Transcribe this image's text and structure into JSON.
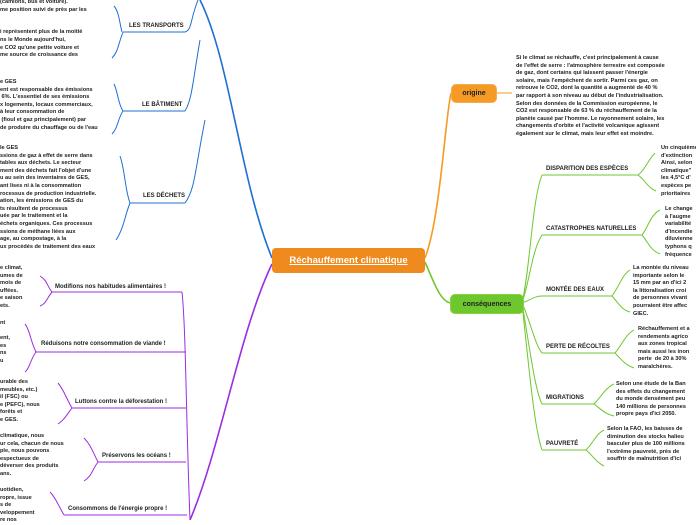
{
  "central": {
    "title": "Réchauffement climatique"
  },
  "origine": {
    "label": "origine",
    "text": "Si le climat se réchauffe, c'est principalement à cause\nde l'effet de serre : l'atmosphère terrestre est composée\nde gaz, dont certains qui laissent passer l'énergie\nsolaire, mais l'empêchent de sortir. Parmi ces gaz, on\nretrouve le CO2, dont la quantité a augmenté de 40 %\npar rapport à son niveau au début de l'industrialisation.\nSelon des données de la Commission européenne, le\nCO2 est responsable de 63 % du réchauffement de la\nplanète causé par l'homme. Le rayonnement solaire, les\nchangements d'orbite et l'activité volcanique agissent\négalement sur le climat, mais leur effet est moindre."
  },
  "consequences": {
    "label": "conséquences",
    "items": [
      {
        "label": "DISPARITION DES ESPÈCES",
        "text": "Un cinquième\nd'extinction\nAinsi, selon\nclimatique\"\nles 4,5°C d'\nespèces pe\nprioritaires"
      },
      {
        "label": "CATASTROPHES NATURELLES",
        "text": "Le change\nà l'augme\nvariabilité\nd'incendie\ndiluvienne\ntyphons q\nfréquence"
      },
      {
        "label": "MONTÉE DES EAUX",
        "text": "La montée du niveau\nimportante selon le\n15 mm par an d'ici 2\nla littoralisation croi\nde personnes vivant\npourraient être affec\nGIEC."
      },
      {
        "label": "PERTE DE RÉCOLTES",
        "text": "Réchauffement et a\nrendements agrico\naux zones tropical\nmais aussi les inon\nperte  de 20 à 30%\nmaraîchères."
      },
      {
        "label": "MIGRATIONS",
        "text": "Selon une étude de la Ban\ndes effets du changement\ndu monde densément peu\n140 millions de personnes\npropre pays d'ici 2050."
      },
      {
        "label": "PAUVRETÉ",
        "text": "Selon la FAO, les baisses de\ndiminution des stocks halieu\nbasculer plus de 100 millions\nl'extrême pauvreté, près de\nsouffrir de malnutrition d'ici"
      }
    ]
  },
  "causes": [
    {
      "label": "LES TRANSPORTS",
      "text": "(camions, bus et voiture).\nme position suivi de près par les\n\n\ni représentent plus de la moitié\nns le Monde aujourd'hui,\ne CO2 qu'une petite voiture et\nme source de croissance des"
    },
    {
      "label": "LE BÂTIMENT",
      "text": "e GES\nent est responsable des émissions\n 6%. L'essentiel de ses émissions\nx logements, locaux commerciaux,\nà leur consommation de\n (fioul et gaz principalement) par\nde produire du chauffage ou de l'eau"
    },
    {
      "label": "LES DÉCHETS",
      "text": "le GES\nssions de gaz à effet de serre dans\ntables aux déchets. Le secteur\nment des déchets fait l'objet d'une\nu au sein des inventaires de GES,\nant lises ni à la consommation\nrocessus de production industrielle.\nation, les émissions de GES du\nts résultent de processus\nuée par le traitement et la\néchets organiques. Ces processus\nssions de méthane liées aux\nage, au compostage, à la\nux procédés de traitement des eaux"
    }
  ],
  "solutions": [
    {
      "label": "Modifions nos habitudes alimentaires !",
      "text": "e climat,\numes de\nmois de\nuffées.\ne saison\nets."
    },
    {
      "label": "Réduisons notre consommation de viande !",
      "text": "nt\n\nent,\nes\nns\nu"
    },
    {
      "label": "Luttons contre la déforestation !",
      "text": "urable des\nmeubles, etc.)\nil (FSC) ou\ne (PEFC), nous\nforêts et\ne GES."
    },
    {
      "label": "Préservons les océans !",
      "text": "climatique, nous\nur cela, chacun de nous\nple, nous pouvons\nespectueux de\ndéverser des produits\nans."
    },
    {
      "label": "Consommons de l'énergie propre !",
      "text": "uotidien,\nropre, issue\ns de\nveloppement\nre nos"
    }
  ],
  "colors": {
    "central_fill": "#ee8a1e",
    "origine_branch": "#f59a24",
    "consequences_branch": "#6ec72f",
    "causes_branch": "#1f6fd1",
    "solutions_branch": "#9b2de0"
  }
}
